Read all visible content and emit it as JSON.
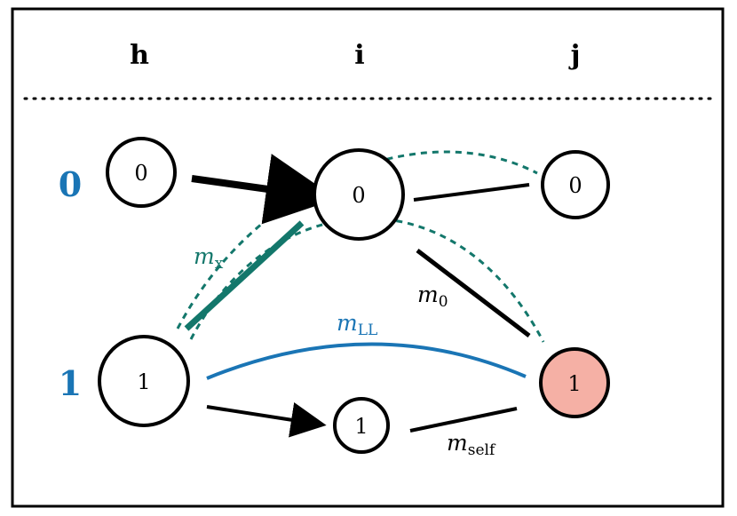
{
  "columns": {
    "h": "h",
    "i": "i",
    "j": "j"
  },
  "rows": {
    "zero": "0",
    "one": "1"
  },
  "nodes": {
    "h0": "0",
    "i0": "0",
    "j0": "0",
    "h1": "1",
    "i1": "1",
    "j1": "1"
  },
  "edge_labels": {
    "mx": {
      "base": "m",
      "sub": "x"
    },
    "m0": {
      "base": "m",
      "sub": "0"
    },
    "mll": {
      "base": "m",
      "sub": "LL"
    },
    "mself": {
      "base": "m",
      "sub": "self"
    }
  },
  "colors": {
    "row_label": "#1a75b5",
    "teal": "#13776b",
    "blue_edge": "#1a75b5",
    "highlight_node": "#f5b0a5",
    "stroke": "#000000"
  }
}
